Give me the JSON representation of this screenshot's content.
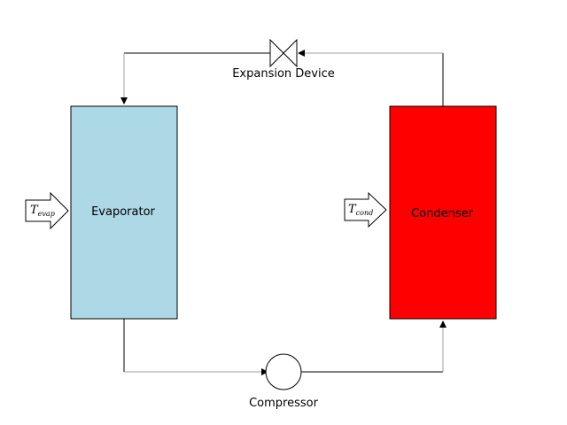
{
  "diagram": {
    "evaporator": {
      "label": "Evaporator",
      "fill": "#add8e6"
    },
    "condenser": {
      "label": "Condenser",
      "fill": "#ff0000"
    },
    "expansion_device": {
      "label": "Expansion Device"
    },
    "compressor": {
      "label": "Compressor"
    },
    "input_evaporator": {
      "symbol": "T",
      "subscript": "evap"
    },
    "input_condenser": {
      "symbol": "T",
      "subscript": "cond"
    },
    "colors": {
      "line_dark": "#000000",
      "line_gray": "#a0a0a0",
      "stroke": "#000000"
    }
  }
}
